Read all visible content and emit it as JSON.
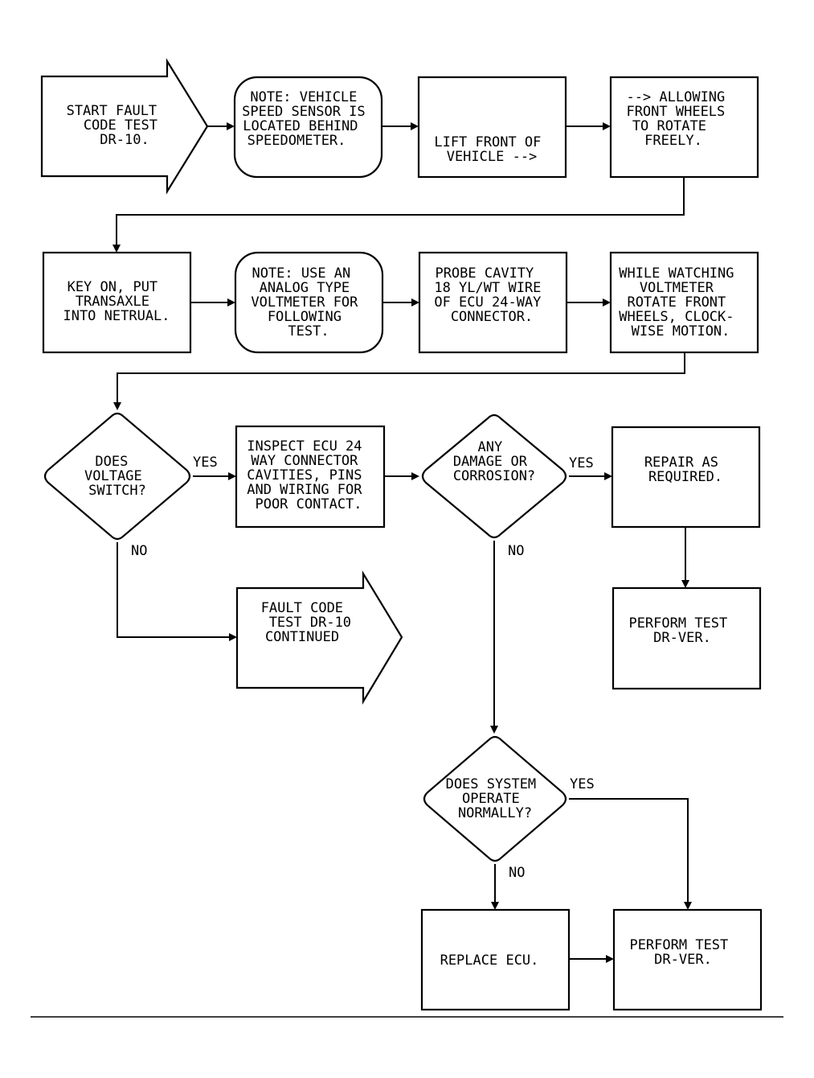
{
  "nodes": {
    "start": [
      "START FAULT",
      "CODE TEST",
      "DR-10."
    ],
    "note_sensor": [
      "NOTE: VEHICLE",
      "SPEED SENSOR IS",
      "LOCATED BEHIND",
      "SPEEDOMETER."
    ],
    "lift_front": [
      "LIFT FRONT OF",
      "VEHICLE -->"
    ],
    "allowing": [
      "--> ALLOWING",
      "FRONT WHEELS",
      "TO ROTATE",
      "FREELY."
    ],
    "key_on": [
      "KEY ON, PUT",
      "TRANSAXLE",
      "INTO NETRUAL."
    ],
    "note_voltmeter": [
      "NOTE: USE AN",
      "ANALOG TYPE",
      "VOLTMETER FOR",
      "FOLLOWING",
      "TEST."
    ],
    "probe_cavity": [
      "PROBE CAVITY",
      "18 YL/WT WIRE",
      "OF ECU 24-WAY",
      "CONNECTOR."
    ],
    "while_watching": [
      "WHILE WATCHING",
      "VOLTMETER",
      "ROTATE FRONT",
      "WHEELS, CLOCK-",
      "WISE MOTION."
    ],
    "does_voltage": [
      "DOES",
      "VOLTAGE",
      "SWITCH?"
    ],
    "inspect_ecu": [
      "INSPECT ECU 24",
      "WAY CONNECTOR",
      "CAVITIES, PINS",
      "AND WIRING FOR",
      "POOR CONTACT."
    ],
    "any_damage": [
      "ANY",
      "DAMAGE OR",
      "CORROSION?"
    ],
    "repair": [
      "REPAIR AS",
      "REQUIRED."
    ],
    "fault_continued": [
      "FAULT CODE",
      "TEST DR-10",
      "CONTINUED"
    ],
    "perform_test_1": [
      "PERFORM TEST",
      "DR-VER."
    ],
    "does_system": [
      "DOES SYSTEM",
      "OPERATE",
      "NORMALLY?"
    ],
    "replace_ecu": [
      "REPLACE ECU."
    ],
    "perform_test_2": [
      "PERFORM TEST",
      "DR-VER."
    ]
  },
  "edge_labels": {
    "voltage_yes": "YES",
    "voltage_no": "NO",
    "damage_yes": "YES",
    "damage_no": "NO",
    "system_yes": "YES",
    "system_no": "NO"
  }
}
